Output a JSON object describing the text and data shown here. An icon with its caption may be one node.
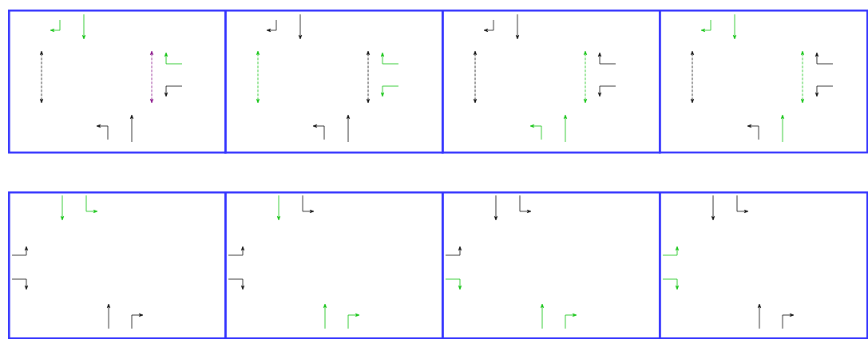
{
  "diagram": {
    "nodes": [
      {
        "text": [],
        "shape": "box"
      },
      {
        "text": [],
        "shape": "box"
      },
      {
        "text": [],
        "shape": "box"
      },
      {
        "text": [],
        "shape": "box"
      },
      {
        "text": [],
        "shape": "box"
      },
      {
        "text": [],
        "shape": "box"
      },
      {
        "text": [],
        "shape": "box"
      },
      {
        "text": [],
        "shape": "box"
      }
    ]
  }
}
